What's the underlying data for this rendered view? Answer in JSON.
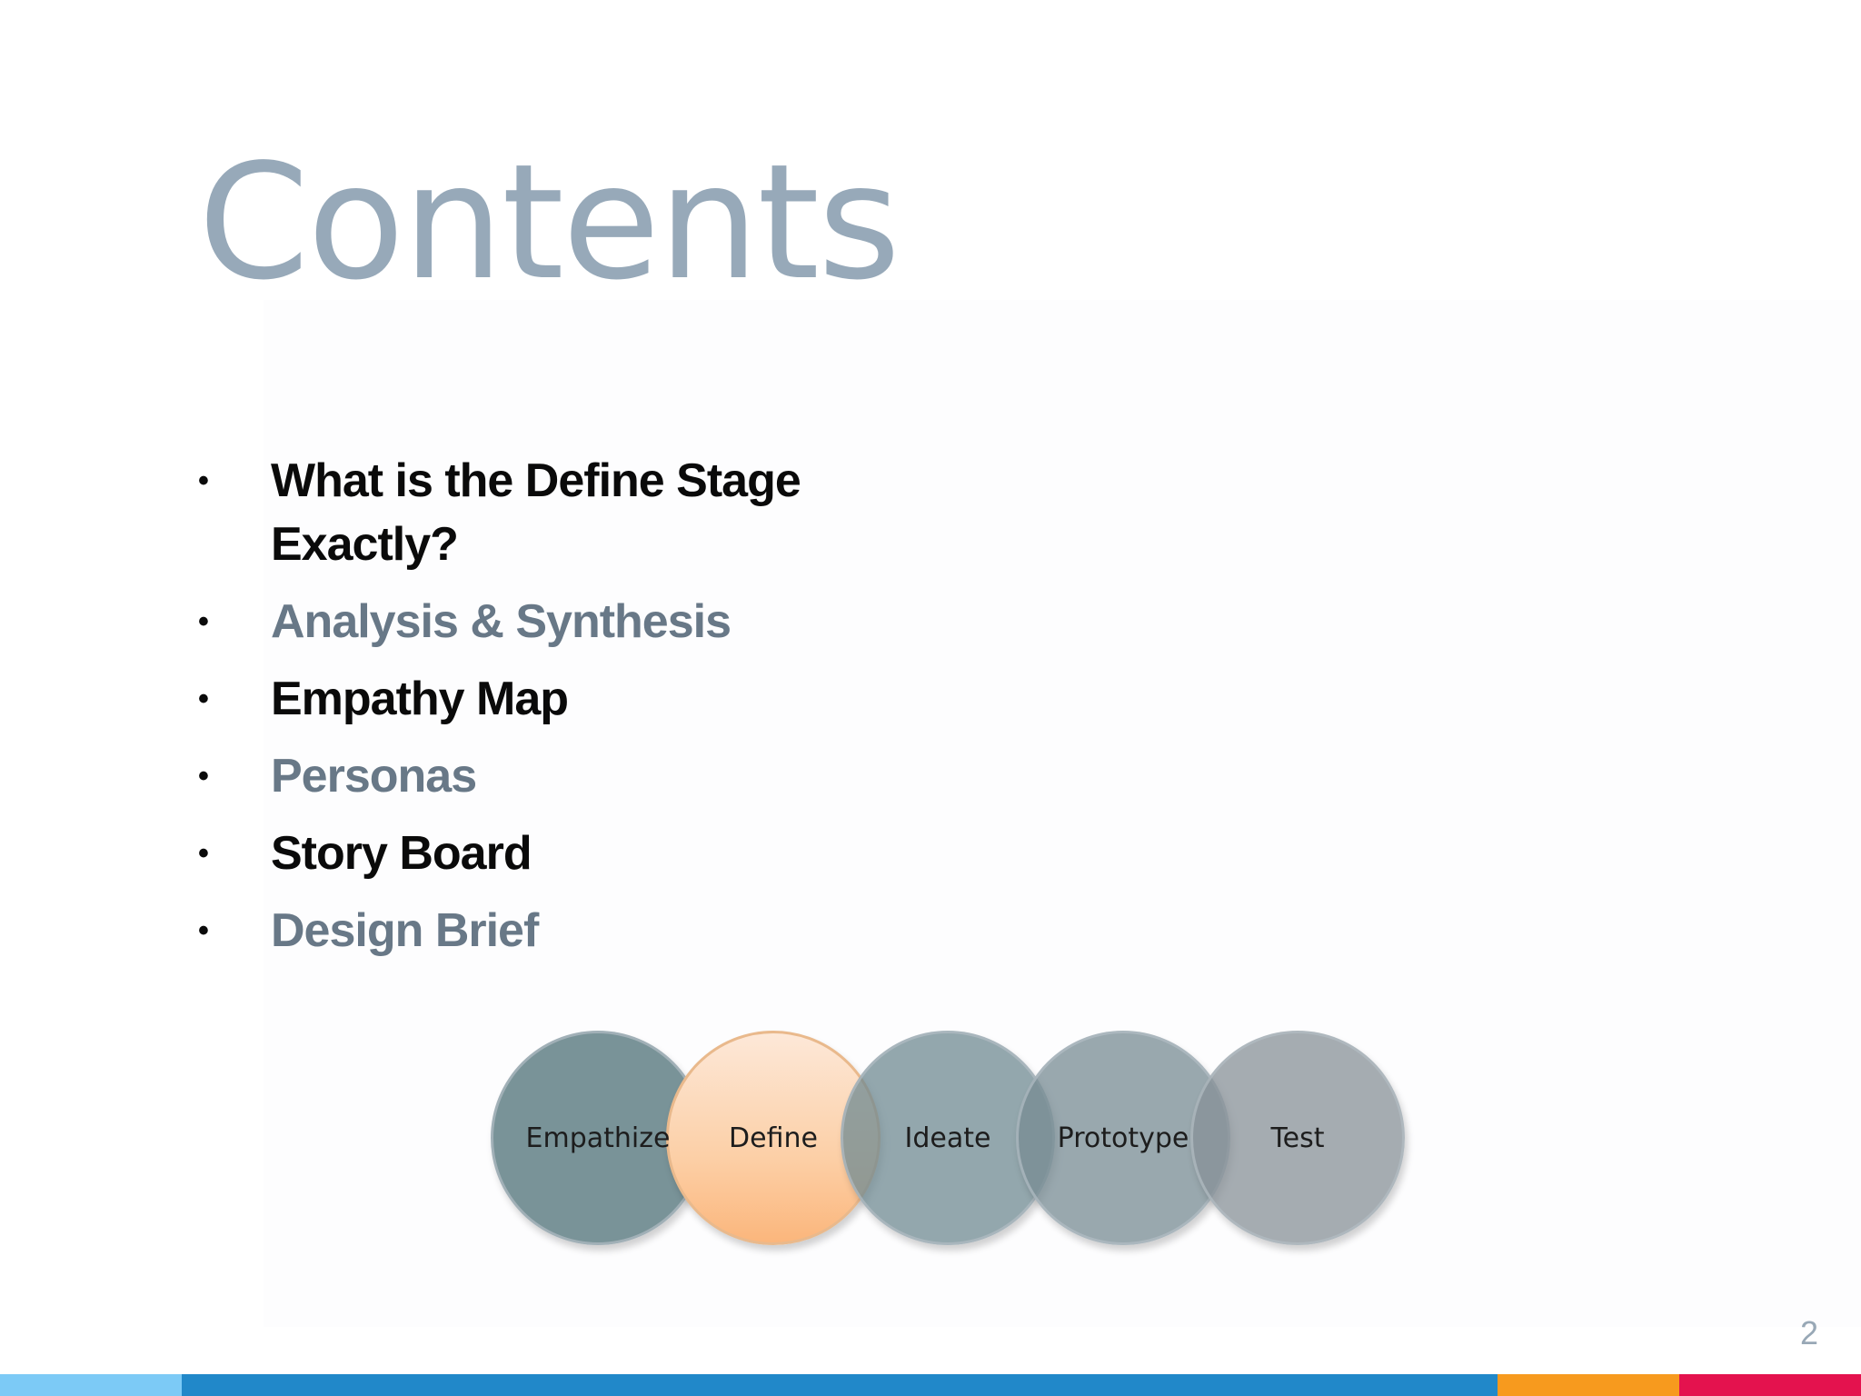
{
  "slide": {
    "title": "Contents",
    "bullets": [
      {
        "text": "What is the Define Stage Exactly?",
        "style": "dark"
      },
      {
        "text": "Analysis & Synthesis",
        "style": "muted"
      },
      {
        "text": "Empathy Map",
        "style": "dark"
      },
      {
        "text": "Personas",
        "style": "muted"
      },
      {
        "text": "Story Board",
        "style": "dark"
      },
      {
        "text": "Design Brief",
        "style": "muted"
      }
    ],
    "bullet_symbol": "•",
    "process_stages": [
      "Empathize",
      "Define",
      "Ideate",
      "Prototype",
      "Test"
    ],
    "page_number": "2"
  },
  "colors": {
    "title": "#97a9b9",
    "bullet_dark": "#0a0a0a",
    "bullet_muted": "#687887",
    "highlight_stage": "#fccfa6",
    "footer_light_blue": "#7ccaf6",
    "footer_blue": "#2188c9",
    "footer_orange": "#f79a1e",
    "footer_red": "#e4124e"
  }
}
